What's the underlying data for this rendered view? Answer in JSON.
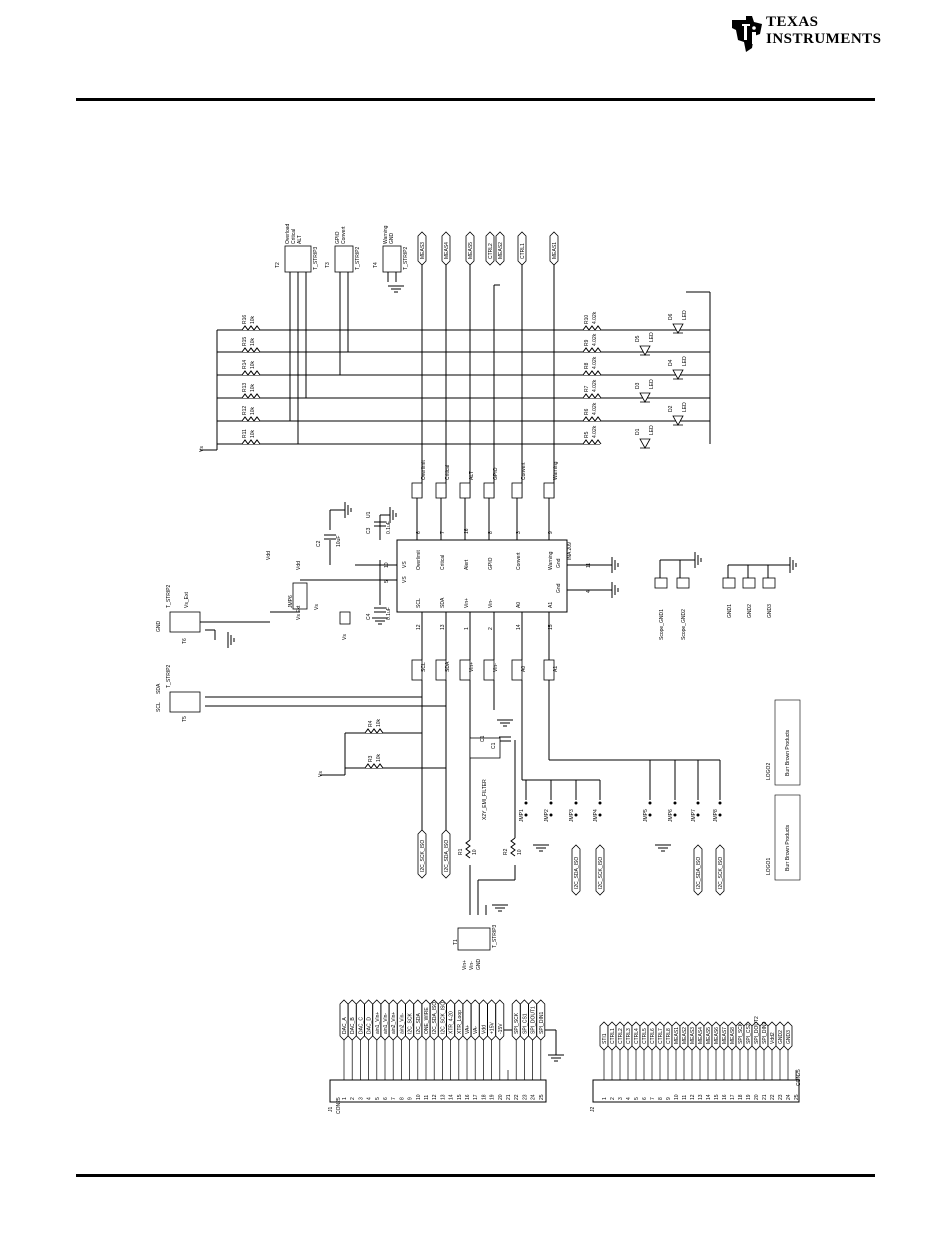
{
  "header": {
    "brand_line1": "TEXAS",
    "brand_line2": "INSTRUMENTS"
  },
  "schematic": {
    "u1": {
      "ref": "U1",
      "part": "INA 209",
      "pins_top": [
        {
          "num": "6",
          "name": "Overlimit"
        },
        {
          "num": "7",
          "name": "Critical"
        },
        {
          "num": "16",
          "name": "Alert"
        },
        {
          "num": "8",
          "name": "GPIO"
        },
        {
          "num": "3",
          "name": "Convert"
        },
        {
          "num": "9",
          "name": "Warning"
        }
      ],
      "pins_bottom": [
        {
          "num": "12",
          "name": "SCL"
        },
        {
          "num": "13",
          "name": "SDA"
        },
        {
          "num": "1",
          "name": "Vin+"
        },
        {
          "num": "2",
          "name": "Vin-"
        },
        {
          "num": "14",
          "name": "A0"
        },
        {
          "num": "15",
          "name": "A1"
        }
      ],
      "pins_left": [
        {
          "num": "10",
          "name": "VS"
        },
        {
          "num": "5",
          "name": "VS"
        }
      ],
      "pins_right": [
        {
          "num": "11",
          "name": "Gnd"
        },
        {
          "num": "4",
          "name": "Gnd"
        }
      ]
    },
    "top_tests": [
      "Overlimit",
      "Critical",
      "ALT",
      "GPIO",
      "Convert",
      "Warning"
    ],
    "bottom_tests": [
      "SCL",
      "SDA",
      "Vin+",
      "Vin-",
      "A0",
      "A1"
    ],
    "strips_top": [
      {
        "ref": "T2",
        "part": "T_STRIP3",
        "labels": [
          "Overload",
          "Critical",
          "ALT"
        ]
      },
      {
        "ref": "T3",
        "part": "T_STRIP2",
        "labels": [
          "GPIO",
          "Convert"
        ]
      },
      {
        "ref": "T4",
        "part": "T_STRIP2",
        "labels": [
          "Warning",
          "GND"
        ]
      }
    ],
    "meas_ports": [
      "MEAS3",
      "MEAS4",
      "MEAS5",
      "CTRL2",
      "MEAS2",
      "CTRL1",
      "MEAS1"
    ],
    "pullups": [
      {
        "ref": "R11",
        "val": "10k"
      },
      {
        "ref": "R12",
        "val": "10k"
      },
      {
        "ref": "R13",
        "val": "10k"
      },
      {
        "ref": "R14",
        "val": "10k"
      },
      {
        "ref": "R15",
        "val": "10k"
      },
      {
        "ref": "R16",
        "val": "10k"
      }
    ],
    "led_res": [
      {
        "ref": "R5",
        "val": "4.02k"
      },
      {
        "ref": "R6",
        "val": "4.02k"
      },
      {
        "ref": "R7",
        "val": "4.02k"
      },
      {
        "ref": "R8",
        "val": "4.02k"
      },
      {
        "ref": "R9",
        "val": "4.02k"
      },
      {
        "ref": "R10",
        "val": "4.02k"
      }
    ],
    "leds": [
      {
        "ref": "D1",
        "val": "LED"
      },
      {
        "ref": "D2",
        "val": "LED"
      },
      {
        "ref": "D3",
        "val": "LED"
      },
      {
        "ref": "D4",
        "val": "LED"
      },
      {
        "ref": "D5",
        "val": "LED"
      },
      {
        "ref": "D6",
        "val": "LED"
      }
    ],
    "vs_label": "Vs",
    "caps": [
      {
        "ref": "C2",
        "val": "10uF"
      },
      {
        "ref": "C3",
        "val": "0.1uF"
      },
      {
        "ref": "C4",
        "val": "0.1uF"
      },
      {
        "ref": "C1",
        "val": ""
      }
    ],
    "jmp6": {
      "ref": "JMP6",
      "vdd": "Vdd",
      "vs": "Vs",
      "vsext": "Vs Ext"
    },
    "t6": {
      "ref": "T6",
      "part": "T_STRIP2",
      "labels": [
        "Vs_Ext",
        "GND"
      ]
    },
    "t5": {
      "ref": "T5",
      "part": "T_STRIP2",
      "labels": [
        "SDA",
        "SCL"
      ]
    },
    "i2c_res": [
      {
        "ref": "R4",
        "val": "10k"
      },
      {
        "ref": "R3",
        "val": "10k"
      }
    ],
    "filter": {
      "ref": "X2Y_EMI_FILTER",
      "cref": "C1"
    },
    "shunt_res": [
      {
        "ref": "R1",
        "val": "10"
      },
      {
        "ref": "R2",
        "val": "10"
      }
    ],
    "t1": {
      "ref": "T1",
      "part": "T_STRIP3",
      "labels": [
        "Vin+",
        "Vin-",
        "GND"
      ]
    },
    "i2c_ports": [
      "I2C_SCK_ISO",
      "I2C_SDA_ISO"
    ],
    "jumpers": [
      {
        "ref": "JMP1"
      },
      {
        "ref": "JMP2"
      },
      {
        "ref": "JMP3"
      },
      {
        "ref": "JMP4"
      },
      {
        "ref": "JMP5"
      },
      {
        "ref": "JMP6"
      },
      {
        "ref": "JMP7"
      },
      {
        "ref": "JMP8"
      }
    ],
    "jumper_ports": [
      "I2C_SDA_ISO",
      "I2C_SCK_ISO",
      "I2C_SDA_ISO",
      "I2C_SCK_ISO"
    ],
    "scope_gnd": [
      "Scope_GND1",
      "Scope_GND2"
    ],
    "gnds": [
      "GND1",
      "GND2",
      "GND3"
    ],
    "logos": [
      {
        "ref": "LOGO1",
        "text": "Burr Brown Products"
      },
      {
        "ref": "LOGO2",
        "text": "Burr Brown Products"
      }
    ],
    "j1": {
      "ref": "J1",
      "part": "CON25",
      "pins": [
        "DAC_A",
        "DAC_B",
        "DAC_C",
        "DAC_D",
        "ain1_Vin+",
        "ain1_Vin-",
        "ain2_Vin+",
        "ain2_Vin-",
        "I2C_SCK",
        "I2C_SDA",
        "ONE_WIRE",
        "I2C_SDA_ISO",
        "I2C_SCK_ISO",
        "XTR_4-20",
        "XTR_Loop",
        "VA+",
        "VA-",
        "Vdd",
        "+15V",
        "-15V",
        "",
        "SPI_SCK",
        "SPI_CS1",
        "SPI_DOUT1",
        "SPI_DIN1"
      ]
    },
    "j2": {
      "ref": "J2",
      "part": "CON25",
      "pins": [
        "STI1",
        "CTRL1",
        "CTRL2",
        "CTRL3",
        "CTRL4",
        "CTRL5",
        "CTRL6",
        "CTRL7",
        "CTRL8",
        "MEAS1",
        "MEAS2",
        "MEAS3",
        "MEAS4",
        "MEAS5",
        "MEAS6",
        "MEAS7",
        "MEAS8",
        "SPI_SCK",
        "SPI_CS2",
        "SPI_DOUT2",
        "SPI_DIN2",
        "Vdd2",
        "GND2",
        "GND3",
        ""
      ]
    }
  }
}
